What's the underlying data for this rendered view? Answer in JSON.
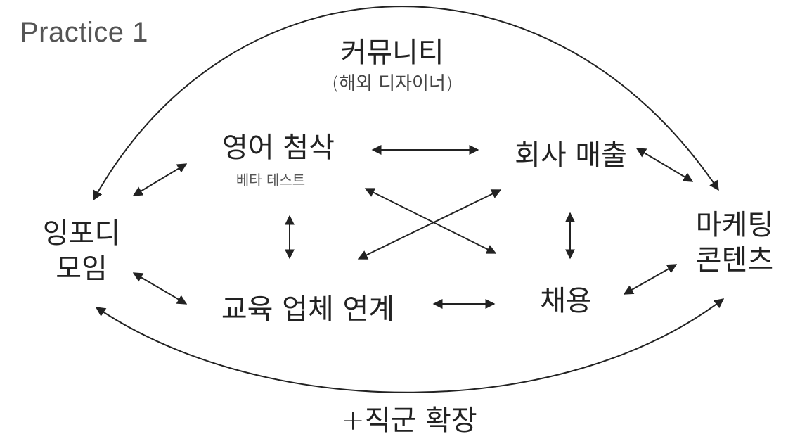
{
  "title": "Practice 1",
  "nodes": {
    "community": {
      "main": "커뮤니티",
      "sub": "(해외 디자이너)"
    },
    "english_correction": {
      "main": "영어 첨삭",
      "sub": "베타 테스트"
    },
    "company_revenue": {
      "main": "회사 매출"
    },
    "ingpodi_meeting": {
      "line1": "잉포디",
      "line2": "모임"
    },
    "marketing_content": {
      "line1": "마케팅",
      "line2": "콘텐츠"
    },
    "edu_partnership": {
      "main": "교육 업체 연계"
    },
    "hiring": {
      "main": "채용"
    },
    "job_expansion": {
      "main": "+직군 확장"
    }
  },
  "colors": {
    "text": "#222222",
    "title": "#555555",
    "arrow": "#222222"
  }
}
